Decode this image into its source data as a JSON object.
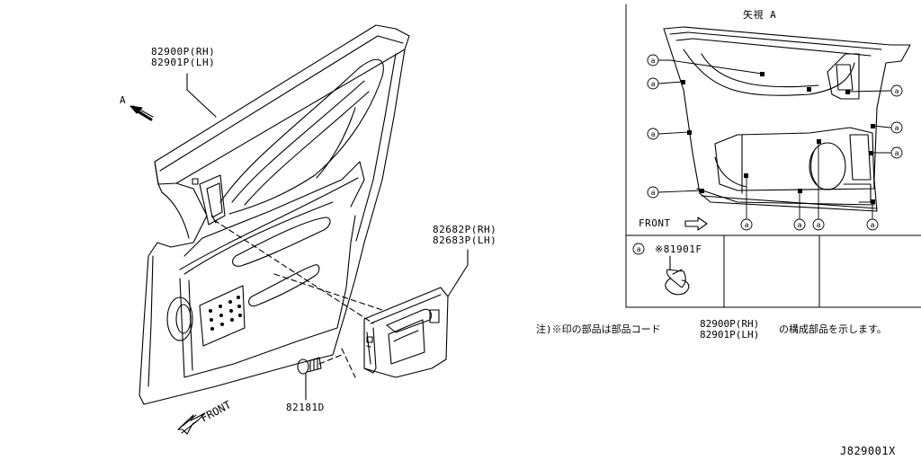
{
  "labels": {
    "trim_rh": "82900P(RH)",
    "trim_lh": "82901P(LH)",
    "pocket_rh": "82682P(RH)",
    "pocket_lh": "82683P(LH)",
    "screw": "82181D",
    "view_a_marker": "A",
    "front_main": "FRONT",
    "view_title": "矢視 A",
    "front_view": "FRONT",
    "clip_part": "※81901F",
    "clip_symbol": "a",
    "note_prefix": "注)※印の部品は部品コード",
    "note_part_rh": "82900P(RH)",
    "note_part_lh": "82901P(LH)",
    "note_suffix": "の構成部品を示します。",
    "diagram_id": "J829001X"
  }
}
